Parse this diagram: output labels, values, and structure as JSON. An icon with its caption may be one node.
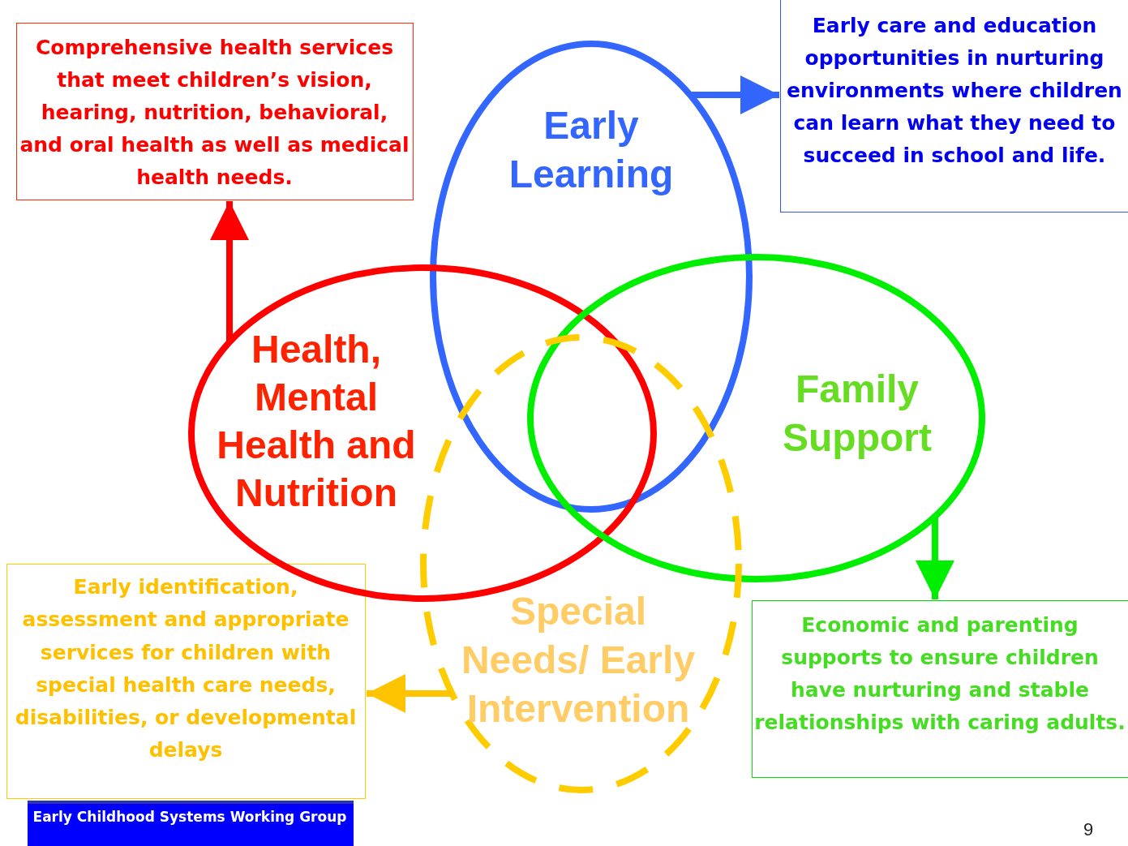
{
  "diagram": {
    "nodes": [
      {
        "text": [
          "Comprehensive health services that meet children’s vision, hearing, nutrition, behavioral, and oral health as well as medical health needs."
        ]
      },
      {
        "text": [
          "Early care and education opportunities in nurturing environments where children can learn what they need to succeed in school and life."
        ]
      },
      {
        "text": [
          "Early Learning"
        ]
      },
      {
        "text": [
          "Health, Mental Health and Nutrition"
        ]
      },
      {
        "text": [
          "Family Support"
        ]
      },
      {
        "text": [
          "Special Needs/ Early Intervention"
        ]
      },
      {
        "text": [
          "Early identification, assessment and appropriate services for children with special health care needs, disabilities, or developmental delays"
        ]
      },
      {
        "text": [
          "Economic and parenting supports to ensure children have nurturing and stable relationships with caring adults."
        ]
      },
      {
        "text": [
          "Early Childhood Systems Working Group"
        ]
      }
    ],
    "edges": [
      {
        "from": 3,
        "to": 0,
        "arrow": "to",
        "color": "#ff0000"
      },
      {
        "from": 2,
        "to": 1,
        "arrow": "to",
        "color": "#3366ff"
      },
      {
        "from": 4,
        "to": 7,
        "arrow": "to",
        "color": "#00ee00"
      },
      {
        "from": 5,
        "to": 6,
        "arrow": "to",
        "color": "#ffc400"
      }
    ],
    "labels": [
      "9"
    ]
  }
}
